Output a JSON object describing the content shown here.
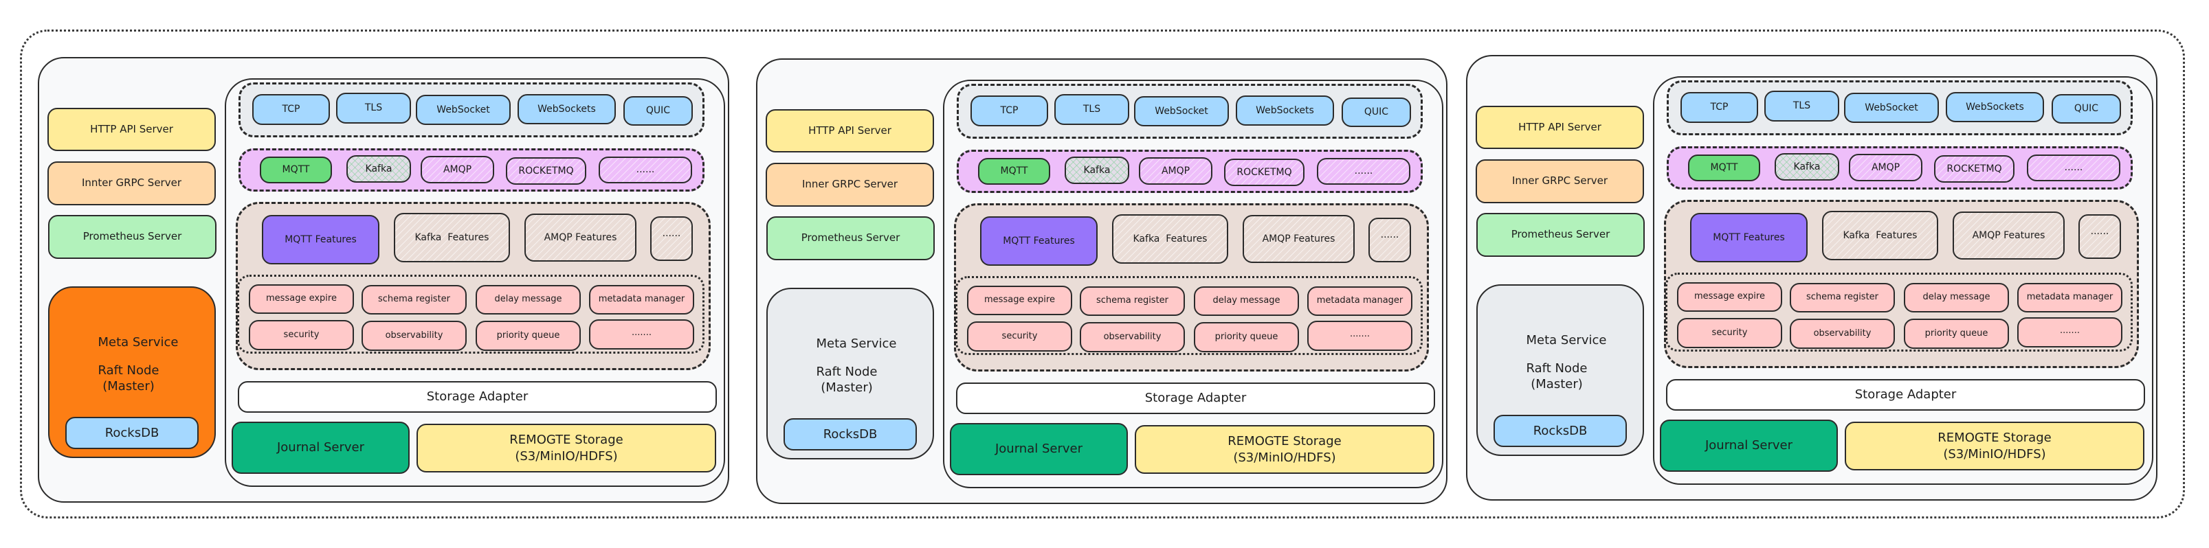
{
  "diagram": {
    "colors": {
      "panel_bg": "#f8f9fa",
      "http": "#ffec99",
      "grpc": "#ffd8a8",
      "prometheus": "#b2f2bb",
      "protocol": "#a5d8ff",
      "protocol_group": "#e9ecef",
      "adapter_group": "#eebefa",
      "mqtt_adapter": "#69db7c",
      "features_group": "#eaddd7",
      "mqtt_features": "#9775fa",
      "common_feature": "#ffc9c9",
      "journal": "#0cb67f",
      "remote_storage": "#ffec99",
      "meta_master": "#fd7e14",
      "meta_follower": "#e9ecef",
      "rocksdb": "#a5d8ff"
    },
    "nodes": [
      {
        "servers": [
          "HTTP API Server",
          "Innter GRPC Server",
          "Prometheus Server"
        ],
        "meta": {
          "title": "Meta Service",
          "role": "Raft Node\n(Master)",
          "store": "RocksDB",
          "highlighted": true
        },
        "protocols": [
          "TCP",
          "TLS",
          "WebSocket",
          "WebSockets",
          "QUIC"
        ],
        "adapters": [
          "MQTT",
          "Kafka",
          "AMQP",
          "ROCKETMQ",
          "......"
        ],
        "features": [
          "MQTT Features",
          "Kafka  Features",
          "AMQP Features",
          "......"
        ],
        "common_features": [
          "message expire",
          "schema register",
          "delay message",
          "metadata manager",
          "security",
          "observability",
          "priority queue",
          "......."
        ],
        "storage_adapter": "Storage Adapter",
        "journal": "Journal Server",
        "remote_storage": "REMOGTE Storage\n(S3/MinIO/HDFS)"
      },
      {
        "servers": [
          "HTTP API Server",
          "Inner GRPC Server",
          "Prometheus Server"
        ],
        "meta": {
          "title": "Meta Service",
          "role": "Raft Node\n(Master)",
          "store": "RocksDB",
          "highlighted": false
        },
        "protocols": [
          "TCP",
          "TLS",
          "WebSocket",
          "WebSockets",
          "QUIC"
        ],
        "adapters": [
          "MQTT",
          "Kafka",
          "AMQP",
          "ROCKETMQ",
          "......"
        ],
        "features": [
          "MQTT Features",
          "Kafka  Features",
          "AMQP Features",
          "......"
        ],
        "common_features": [
          "message expire",
          "schema register",
          "delay message",
          "metadata manager",
          "security",
          "observability",
          "priority queue",
          "......."
        ],
        "storage_adapter": "Storage Adapter",
        "journal": "Journal Server",
        "remote_storage": "REMOGTE Storage\n(S3/MinIO/HDFS)"
      },
      {
        "servers": [
          "HTTP API Server",
          "Inner GRPC Server",
          "Prometheus Server"
        ],
        "meta": {
          "title": "Meta Service",
          "role": "Raft Node\n(Master)",
          "store": "RocksDB",
          "highlighted": false
        },
        "protocols": [
          "TCP",
          "TLS",
          "WebSocket",
          "WebSockets",
          "QUIC"
        ],
        "adapters": [
          "MQTT",
          "Kafka",
          "AMQP",
          "ROCKETMQ",
          "......"
        ],
        "features": [
          "MQTT Features",
          "Kafka  Features",
          "AMQP Features",
          "......"
        ],
        "common_features": [
          "message expire",
          "schema register",
          "delay message",
          "metadata manager",
          "security",
          "observability",
          "priority queue",
          "......."
        ],
        "storage_adapter": "Storage Adapter",
        "journal": "Journal Server",
        "remote_storage": "REMOGTE Storage\n(S3/MinIO/HDFS)"
      }
    ]
  }
}
